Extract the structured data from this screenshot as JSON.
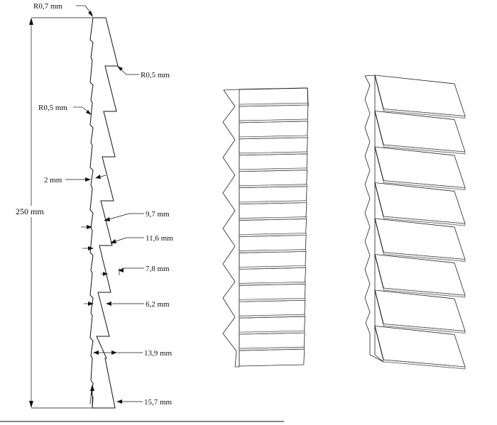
{
  "profile": {
    "overall_height": "250 mm",
    "radius_top": "R0,7 mm",
    "radius_tooth_right": "R0,5 mm",
    "radius_tooth_left": "R0,5 mm",
    "dim_2": "2 mm",
    "dim_9_7": "9,7 mm",
    "dim_11_6": "11,6 mm",
    "dim_7_8": "7,8 mm",
    "dim_6_2": "6,2 mm",
    "dim_13_9": "13,9 mm",
    "dim_15_7": "15,7 mm"
  },
  "views": {
    "iso_left_plank_count": 16,
    "iso_right_plank_count": 8
  }
}
